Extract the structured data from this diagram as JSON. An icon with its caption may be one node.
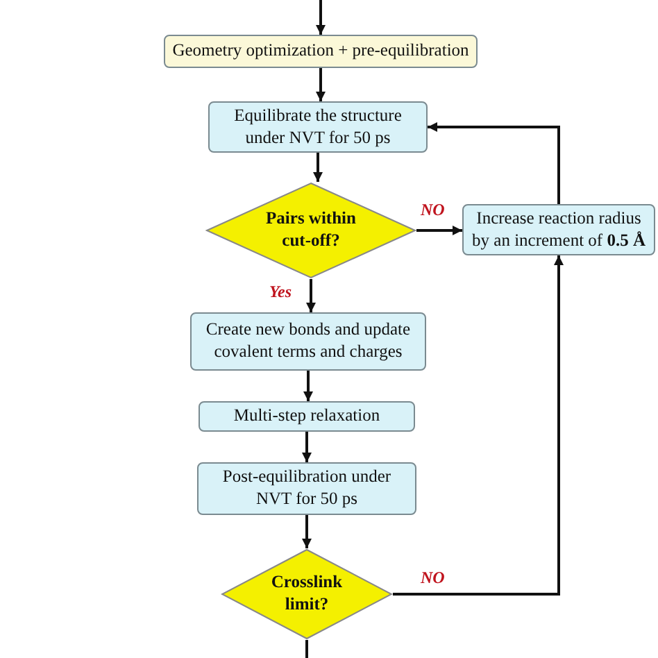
{
  "diagram": {
    "nodes": [
      {
        "text": [
          "Geometry optimization + pre-equilibration"
        ]
      },
      {
        "text": [
          "Equilibrate the structure under NVT for 50 ps"
        ]
      },
      {
        "text": [
          "Pairs within cut-off?"
        ]
      },
      {
        "text": [
          "Increase reaction radius by an increment of **0.5 Å**"
        ]
      },
      {
        "text": [
          "Create new bonds and update covalent terms and charges"
        ]
      },
      {
        "text": [
          "Multi-step relaxation"
        ]
      },
      {
        "text": [
          "Post-equilibration under NVT for 50 ps"
        ]
      },
      {
        "text": [
          "Crosslink limit?"
        ]
      }
    ],
    "edges": [
      {
        "from": null,
        "to": 0,
        "arrow": "to"
      },
      {
        "from": 0,
        "to": 1,
        "arrow": "to"
      },
      {
        "from": 1,
        "to": 2,
        "arrow": "to"
      },
      {
        "from": 2,
        "to": 3,
        "arrow": "to",
        "label": "NO"
      },
      {
        "from": 2,
        "to": 4,
        "arrow": "to",
        "label": "Yes"
      },
      {
        "from": 4,
        "to": 5,
        "arrow": "to"
      },
      {
        "from": 5,
        "to": 6,
        "arrow": "to"
      },
      {
        "from": 6,
        "to": 7,
        "arrow": "to"
      },
      {
        "from": 7,
        "to": 3,
        "arrow": "to",
        "label": "NO"
      },
      {
        "from": 3,
        "to": 1,
        "arrow": "to"
      },
      {
        "from": 7,
        "to": null,
        "arrow": "none"
      }
    ]
  }
}
